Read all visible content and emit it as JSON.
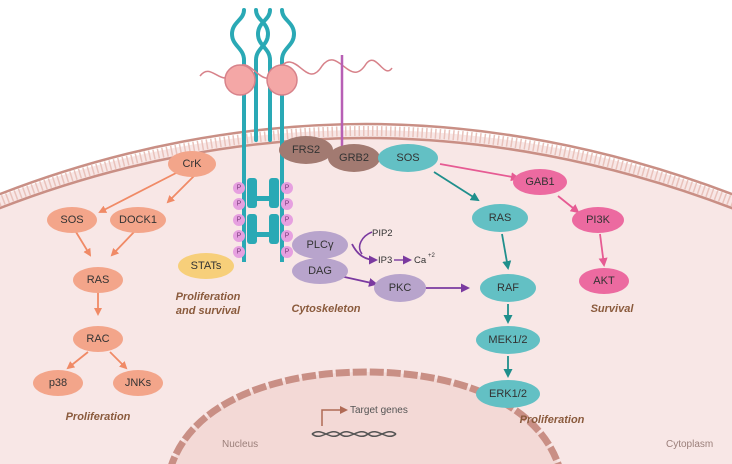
{
  "colors": {
    "cytoplasm": "#f8e7e6",
    "membrane": "#c98f85",
    "receptor": "#2aa9b5",
    "node_orange": "#f3a58a",
    "node_teal": "#63c0c4",
    "node_pink": "#ec6aa0",
    "node_purple": "#b8a4cc",
    "node_brown": "#a27a71",
    "node_yellow": "#f7cf7a",
    "arrow_orange": "#f08a66",
    "arrow_teal": "#1f8f8c",
    "arrow_pink": "#e65b93",
    "arrow_purple": "#7b3aa0",
    "arrow_brown": "#b06a55",
    "label_brown": "#8a5a3c",
    "phospho": "#e6a0e0"
  },
  "nodes": {
    "crk": "CrK",
    "sos_left": "SOS",
    "dock1": "DOCK1",
    "ras_left": "RAS",
    "rac": "RAC",
    "p38": "p38",
    "jnks": "JNKs",
    "frs2": "FRS2",
    "grb2": "GRB2",
    "sos_top": "SOS",
    "gab1": "GAB1",
    "ras_mid": "RAS",
    "pi3k": "PI3K",
    "raf": "RAF",
    "akt": "AKT",
    "mek": "MEK1/2",
    "erk": "ERK1/2",
    "plcg": "PLCγ",
    "dag": "DAG",
    "pkc": "PKC",
    "stats": "STATs"
  },
  "small_labels": {
    "pip2": "PIP2",
    "ip3": "IP3",
    "ca": "Ca",
    "ca_sup": "+2",
    "phospho": "P",
    "target_genes": "Target genes"
  },
  "outcomes": {
    "proliferation_left": "Proliferation",
    "prolif_survival_line1": "Proliferation",
    "prolif_survival_line2": "and survival",
    "cytoskeleton": "Cytoskeleton",
    "proliferation_right": "Proliferation",
    "survival": "Survival"
  },
  "compartments": {
    "nucleus": "Nucleus",
    "cytoplasm": "Cytoplasm"
  }
}
